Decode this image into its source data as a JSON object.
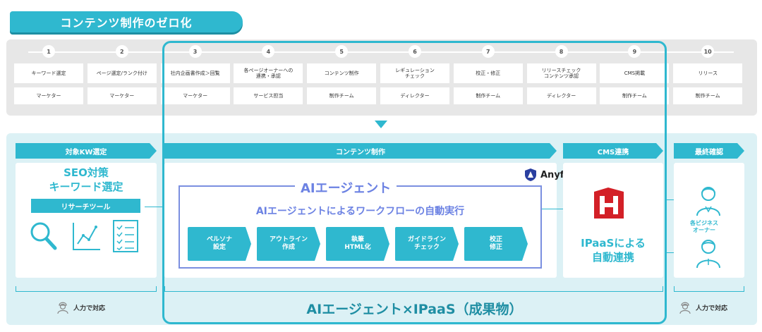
{
  "title": "コンテンツ制作のゼロ化",
  "steps": [
    {
      "num": "1",
      "task": "キーワード選定",
      "owner": "マーケター"
    },
    {
      "num": "2",
      "task": "ページ選定/ランク付け",
      "owner": "マーケター"
    },
    {
      "num": "3",
      "task": "社内企画書作成＞回覧",
      "owner": "マーケター"
    },
    {
      "num": "4",
      "task": "各ページオーナーへの\n連携・承認",
      "owner": "サービス担当"
    },
    {
      "num": "5",
      "task": "コンテンツ制作",
      "owner": "制作チーム"
    },
    {
      "num": "6",
      "task": "レギュレーション\nチェック",
      "owner": "ディレクター"
    },
    {
      "num": "7",
      "task": "校正・修正",
      "owner": "制作チーム"
    },
    {
      "num": "8",
      "task": "リリースチェック\nコンテンツ承認",
      "owner": "ディレクター"
    },
    {
      "num": "9",
      "task": "CMS掲載",
      "owner": "制作チーム"
    },
    {
      "num": "10",
      "task": "リリース",
      "owner": "制作チーム"
    }
  ],
  "phases": {
    "kw": "対象KW選定",
    "content": "コンテンツ制作",
    "cms": "CMS連携",
    "final": "最終確認"
  },
  "kw_box": {
    "title": "SEO対策\nキーワード選定",
    "tool": "リサーチツール",
    "icons": [
      "magnifier-icon",
      "line-chart-icon",
      "checklist-icon"
    ]
  },
  "ai_agent": {
    "label": "AIエージェント",
    "subtitle": "AIエージェントによるワークフローの自動実行",
    "processes": [
      "ペルソナ\n設定",
      "アウトライン\n作成",
      "執筆\nHTML化",
      "ガイドライン\nチェック",
      "校正\n修正"
    ]
  },
  "anyflow": {
    "name": "Anyflow"
  },
  "cms_box": {
    "text": "IPaaSによる\n自動連携",
    "logo": "hubspot-cms-logo"
  },
  "final_box": {
    "label": "各ビジネス\nオーナー"
  },
  "footer": {
    "main": "AIエージェント×IPaaS（成果物）",
    "manual_left": "人力で対応",
    "manual_right": "人力で対応"
  },
  "colors": {
    "accent": "#2fb8cf",
    "ai": "#6c82e3",
    "panel_grey": "#e7e7e7",
    "panel_blue": "#dcf1f5",
    "cms_red": "#d32027"
  }
}
